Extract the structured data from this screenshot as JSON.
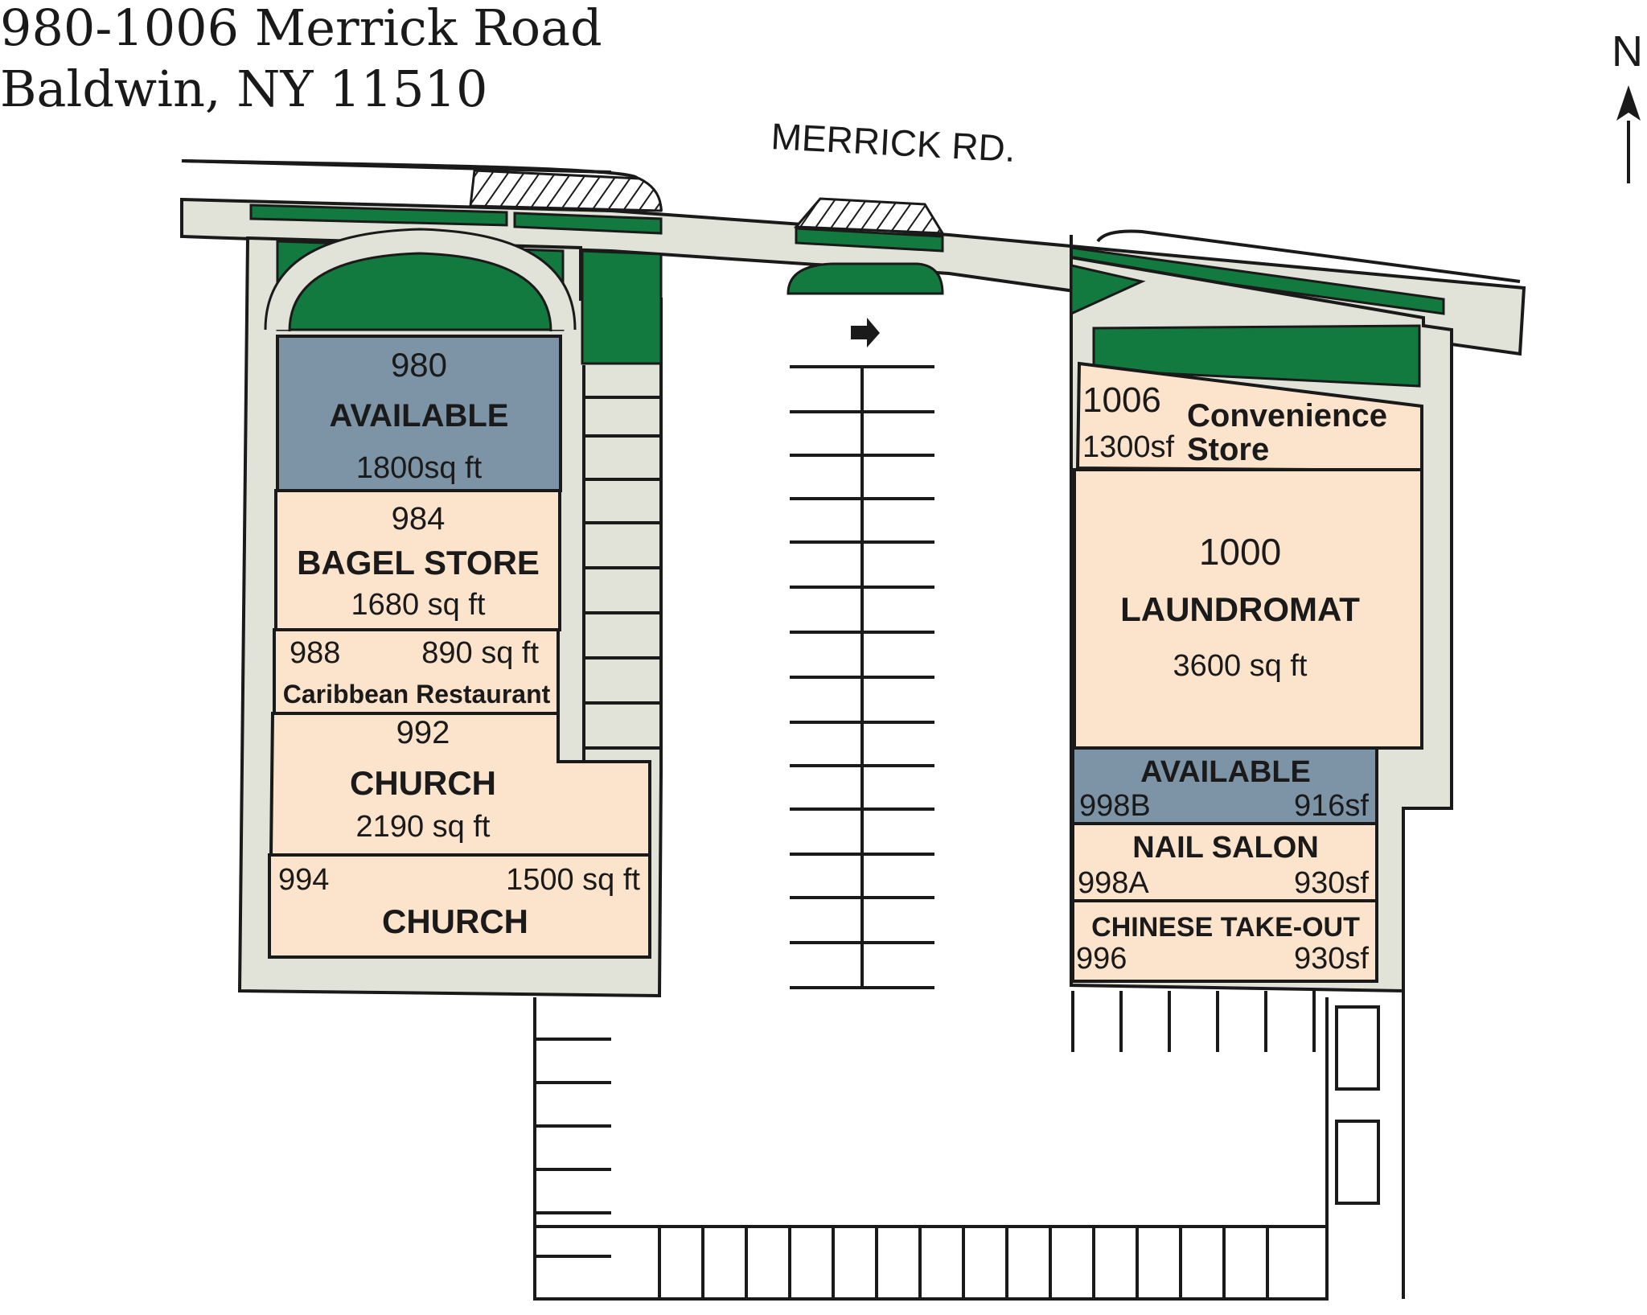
{
  "header": {
    "address_line1": "980-1006 Merrick Road",
    "address_line2": "Baldwin, NY 11510"
  },
  "compass": {
    "label": "N"
  },
  "street": {
    "label": "MERRICK RD."
  },
  "colors": {
    "tenant": "#fce3cb",
    "available": "#7d93a6",
    "landscape": "#137a3f",
    "sidewalk": "#e2e3d8",
    "outline": "#1a1a1a"
  },
  "tenants": {
    "u980": {
      "number": "980",
      "status": "AVAILABLE",
      "size": "1800sq ft"
    },
    "u984": {
      "number": "984",
      "name": "BAGEL STORE",
      "size": "1680 sq ft"
    },
    "u988": {
      "number": "988",
      "name": "Caribbean Restaurant",
      "size": "890 sq ft"
    },
    "u992": {
      "number": "992",
      "name": "CHURCH",
      "size": "2190 sq ft"
    },
    "u994": {
      "number": "994",
      "name": "CHURCH",
      "size": "1500 sq ft"
    },
    "u1006": {
      "number": "1006",
      "name_line1": "Convenience",
      "name_line2": "Store",
      "size": "1300sf"
    },
    "u1000": {
      "number": "1000",
      "name": "LAUNDROMAT",
      "size": "3600 sq ft"
    },
    "u998b": {
      "number": "998B",
      "status": "AVAILABLE",
      "size": "916sf"
    },
    "u998a": {
      "number": "998A",
      "name": "NAIL SALON",
      "size": "930sf"
    },
    "u996": {
      "number": "996",
      "name": "CHINESE TAKE-OUT",
      "size": "930sf"
    }
  }
}
